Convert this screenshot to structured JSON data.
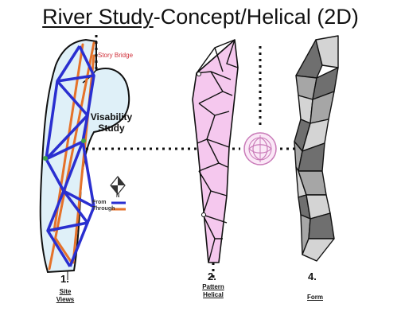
{
  "title": {
    "underlined": "River Study",
    "rest": "-Concept/Helical (2D)"
  },
  "labels": {
    "story_bridge": "Story Bridge",
    "visability_line1": "Visability",
    "visability_line2": "Study",
    "north": "N",
    "legend_from": "From",
    "legend_through": "Through"
  },
  "steps": [
    {
      "number": "1.",
      "caption_line1": "Site",
      "caption_line2": "Views"
    },
    {
      "number": "2.",
      "caption_line1": "Pattern",
      "caption_line2": "Helical"
    },
    {
      "number": "4.",
      "caption_line1": "Form",
      "caption_line2": ""
    }
  ],
  "colors": {
    "from_line": "#2a2fd0",
    "through_line": "#e5722a",
    "river_fill": "#dff0f8",
    "pattern_fill": "#f5c8ee",
    "form_dark": "#6f6f6f",
    "form_mid": "#a6a6a6",
    "form_light": "#d4d4d4"
  }
}
